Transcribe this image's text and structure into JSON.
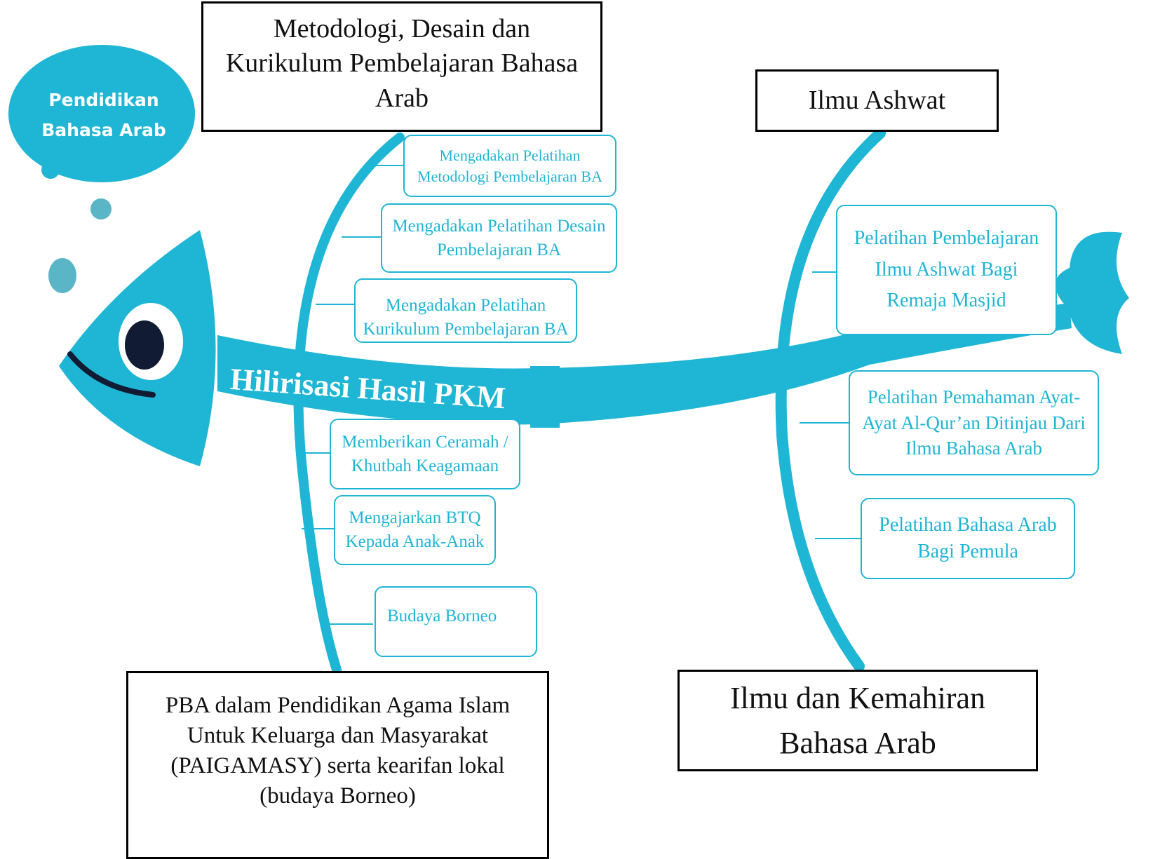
{
  "thought_bubble": {
    "label": "Pendidikan Bahasa Arab"
  },
  "spine": {
    "label": "Hilirisasi Hasil PKM"
  },
  "categories": {
    "top_left": "Metodologi, Desain dan Kurikulum Pembelajaran Bahasa Arab",
    "top_right": "Ilmu Ashwat",
    "bottom_left": "PBA dalam Pendidikan Agama Islam Untuk Keluarga dan Masyarakat (PAIGAMASY) serta kearifan lokal (budaya Borneo)",
    "bottom_right": "Ilmu dan Kemahiran Bahasa Arab"
  },
  "items": {
    "top_left": [
      "Mengadakan Pelatihan Metodologi Pembelajaran BA",
      "Mengadakan Pelatihan Desain Pembelajaran BA",
      "Mengadakan Pelatihan Kurikulum Pembelajaran BA"
    ],
    "top_right": [
      "Pelatihan Pembelajaran Ilmu Ashwat Bagi Remaja Masjid"
    ],
    "bottom_left": [
      "Memberikan Ceramah / Khutbah Keagamaan",
      "Mengajarkan BTQ Kepada Anak-Anak",
      "Budaya Borneo"
    ],
    "bottom_right": [
      "Pelatihan Pemahaman Ayat-Ayat Al-Qur’an Ditinjau Dari Ilmu Bahasa Arab",
      "Pelatihan Bahasa Arab Bagi Pemula"
    ]
  },
  "colors": {
    "fish": "#1fb5d4",
    "bubble": "#1fb5d4",
    "bubble_dots": "#5ab5c6",
    "eye_white": "#ffffff",
    "pupil": "#111b33",
    "box_border": "#000000",
    "item_text": "#1fb5d4"
  }
}
